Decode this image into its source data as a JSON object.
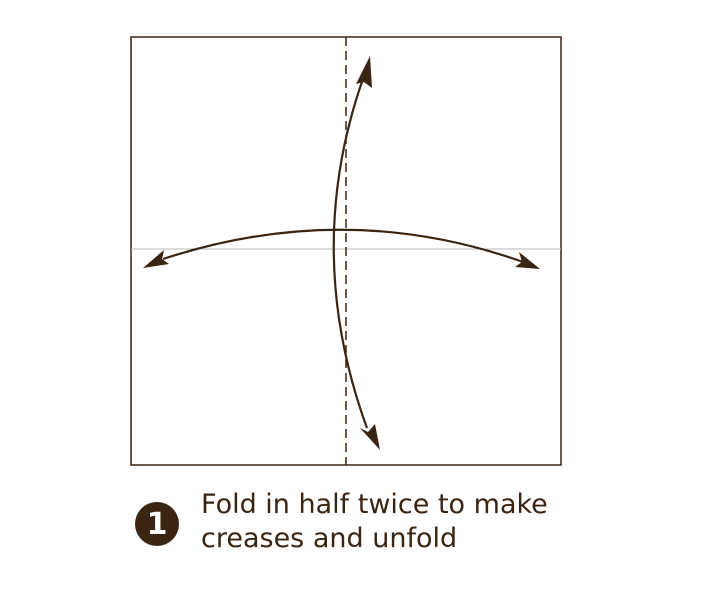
{
  "instruction": {
    "step_number": "1",
    "lines": [
      "Fold in half twice to make",
      "creases and unfold"
    ]
  },
  "colors": {
    "ink": "#3a2412",
    "paper_edge": "#3a2412",
    "valley_crease": "#3a2412",
    "center_guide": "#b8b8b8",
    "paper": "#ffffff"
  },
  "icons": [
    "double-headed-arrow-vertical",
    "double-headed-arrow-horizontal"
  ]
}
